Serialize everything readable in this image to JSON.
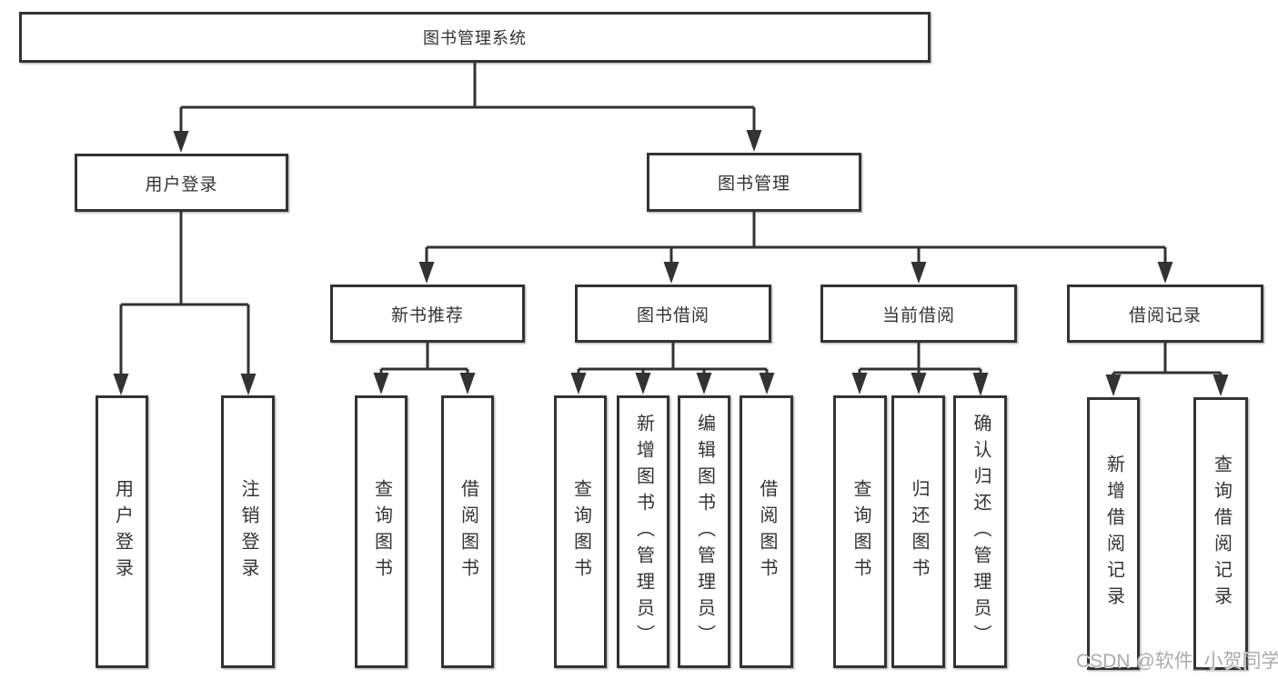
{
  "tree": {
    "label": "图书管理系统",
    "children": [
      {
        "label": "用户登录",
        "children": [
          {
            "label": "用户登录"
          },
          {
            "label": "注销登录"
          }
        ]
      },
      {
        "label": "图书管理",
        "children": [
          {
            "label": "新书推荐",
            "children": [
              {
                "label": "查询图书"
              },
              {
                "label": "借阅图书"
              }
            ]
          },
          {
            "label": "图书借阅",
            "children": [
              {
                "label": "查询图书"
              },
              {
                "label": "新增图书（管理员）"
              },
              {
                "label": "编辑图书（管理员）"
              },
              {
                "label": "借阅图书"
              }
            ]
          },
          {
            "label": "当前借阅",
            "children": [
              {
                "label": "查询图书"
              },
              {
                "label": "归还图书"
              },
              {
                "label": "确认归还（管理员）"
              }
            ]
          },
          {
            "label": "借阅记录",
            "children": [
              {
                "label": "新增借阅记录"
              },
              {
                "label": "查询借阅记录"
              }
            ]
          }
        ]
      }
    ]
  },
  "watermark": {
    "text": "CSDN @软件_小贺同学"
  },
  "colors": {
    "line": "#333333",
    "text": "#333333",
    "box_background": "#ffffff",
    "watermark": "#ababab",
    "background": "#ffffff"
  }
}
